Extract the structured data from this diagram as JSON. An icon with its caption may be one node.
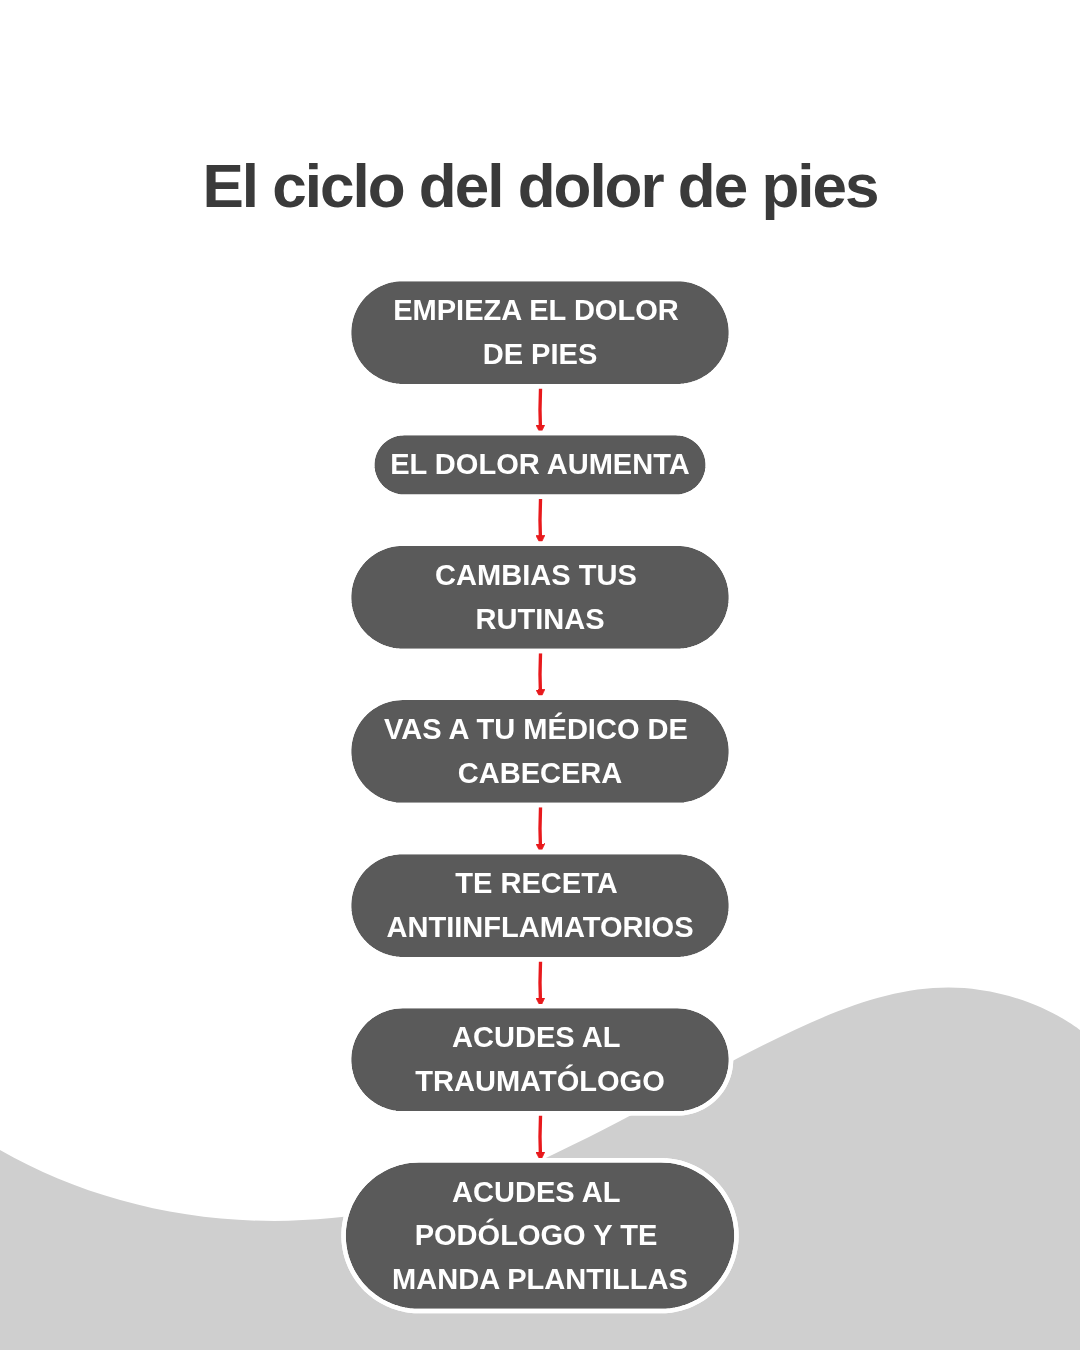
{
  "diagram": {
    "title": "El ciclo del dolor de pies",
    "nodes": [
      {
        "text": [
          "EMPIEZA EL DOLOR DE PIES"
        ]
      },
      {
        "text": [
          "EL DOLOR AUMENTA"
        ]
      },
      {
        "text": [
          "CAMBIAS TUS RUTINAS"
        ]
      },
      {
        "text": [
          "VAS A TU MÉDICO DE CABECERA"
        ]
      },
      {
        "text": [
          "TE RECETA ANTIINFLAMATORIOS"
        ]
      },
      {
        "text": [
          "ACUDES AL TRAUMATÓLOGO"
        ]
      },
      {
        "text": [
          "ACUDES AL PODÓLOGO Y TE MANDA PLANTILLAS"
        ]
      }
    ],
    "edges": [
      {
        "from": 0,
        "to": 1,
        "arrow": "to"
      },
      {
        "from": 1,
        "to": 2,
        "arrow": "to"
      },
      {
        "from": 2,
        "to": 3,
        "arrow": "to"
      },
      {
        "from": 3,
        "to": 4,
        "arrow": "to"
      },
      {
        "from": 4,
        "to": 5,
        "arrow": "to"
      },
      {
        "from": 5,
        "to": 6,
        "arrow": "to"
      }
    ]
  }
}
